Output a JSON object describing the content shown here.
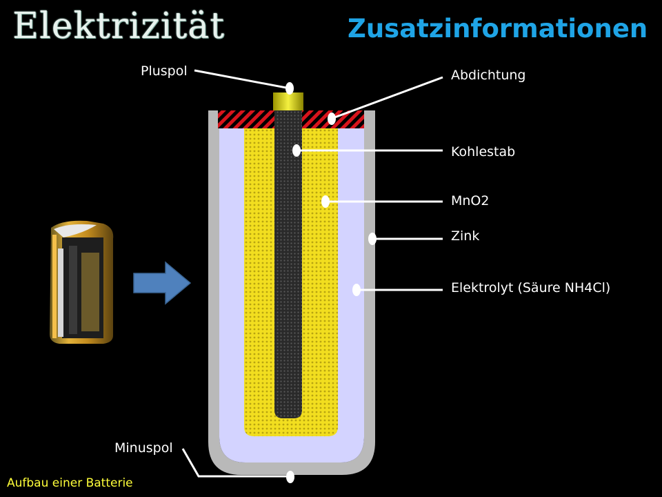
{
  "header": {
    "title": "Elektrizität",
    "subtitle": "Zusatzinformationen"
  },
  "labels": {
    "pluspol": "Pluspol",
    "abdichtung": "Abdichtung",
    "kohlestab": "Kohlestab",
    "mno2": "MnO2",
    "zink": "Zink",
    "elektrolyt": "Elektrolyt (Säure NH4Cl)",
    "minuspol": "Minuspol"
  },
  "caption": "Aufbau einer Batterie",
  "colors": {
    "background": "#000000",
    "title": "#e8f2ee",
    "subtitle": "#1fa4e6",
    "caption": "#ffff3a",
    "zinc_casing": "#b9b9b9",
    "electrolyte": "#d3d3ff",
    "mno2": "#f2de1f",
    "carbon_rod": "#2e2e2e",
    "seal": "#d8141c",
    "terminal": "#e0dc18",
    "arrow": "#4f81bd"
  }
}
